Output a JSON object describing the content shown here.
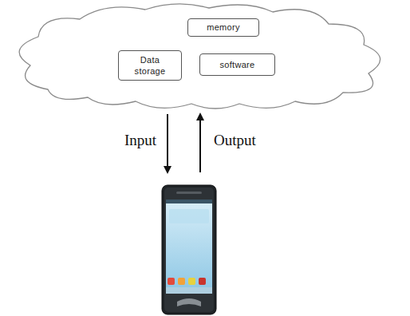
{
  "diagram": {
    "nodes": [
      {
        "text": [
          "memory"
        ]
      },
      {
        "text": [
          "Data storage"
        ]
      },
      {
        "text": [
          "software"
        ]
      }
    ],
    "labels": [
      "Input",
      "Output"
    ]
  }
}
